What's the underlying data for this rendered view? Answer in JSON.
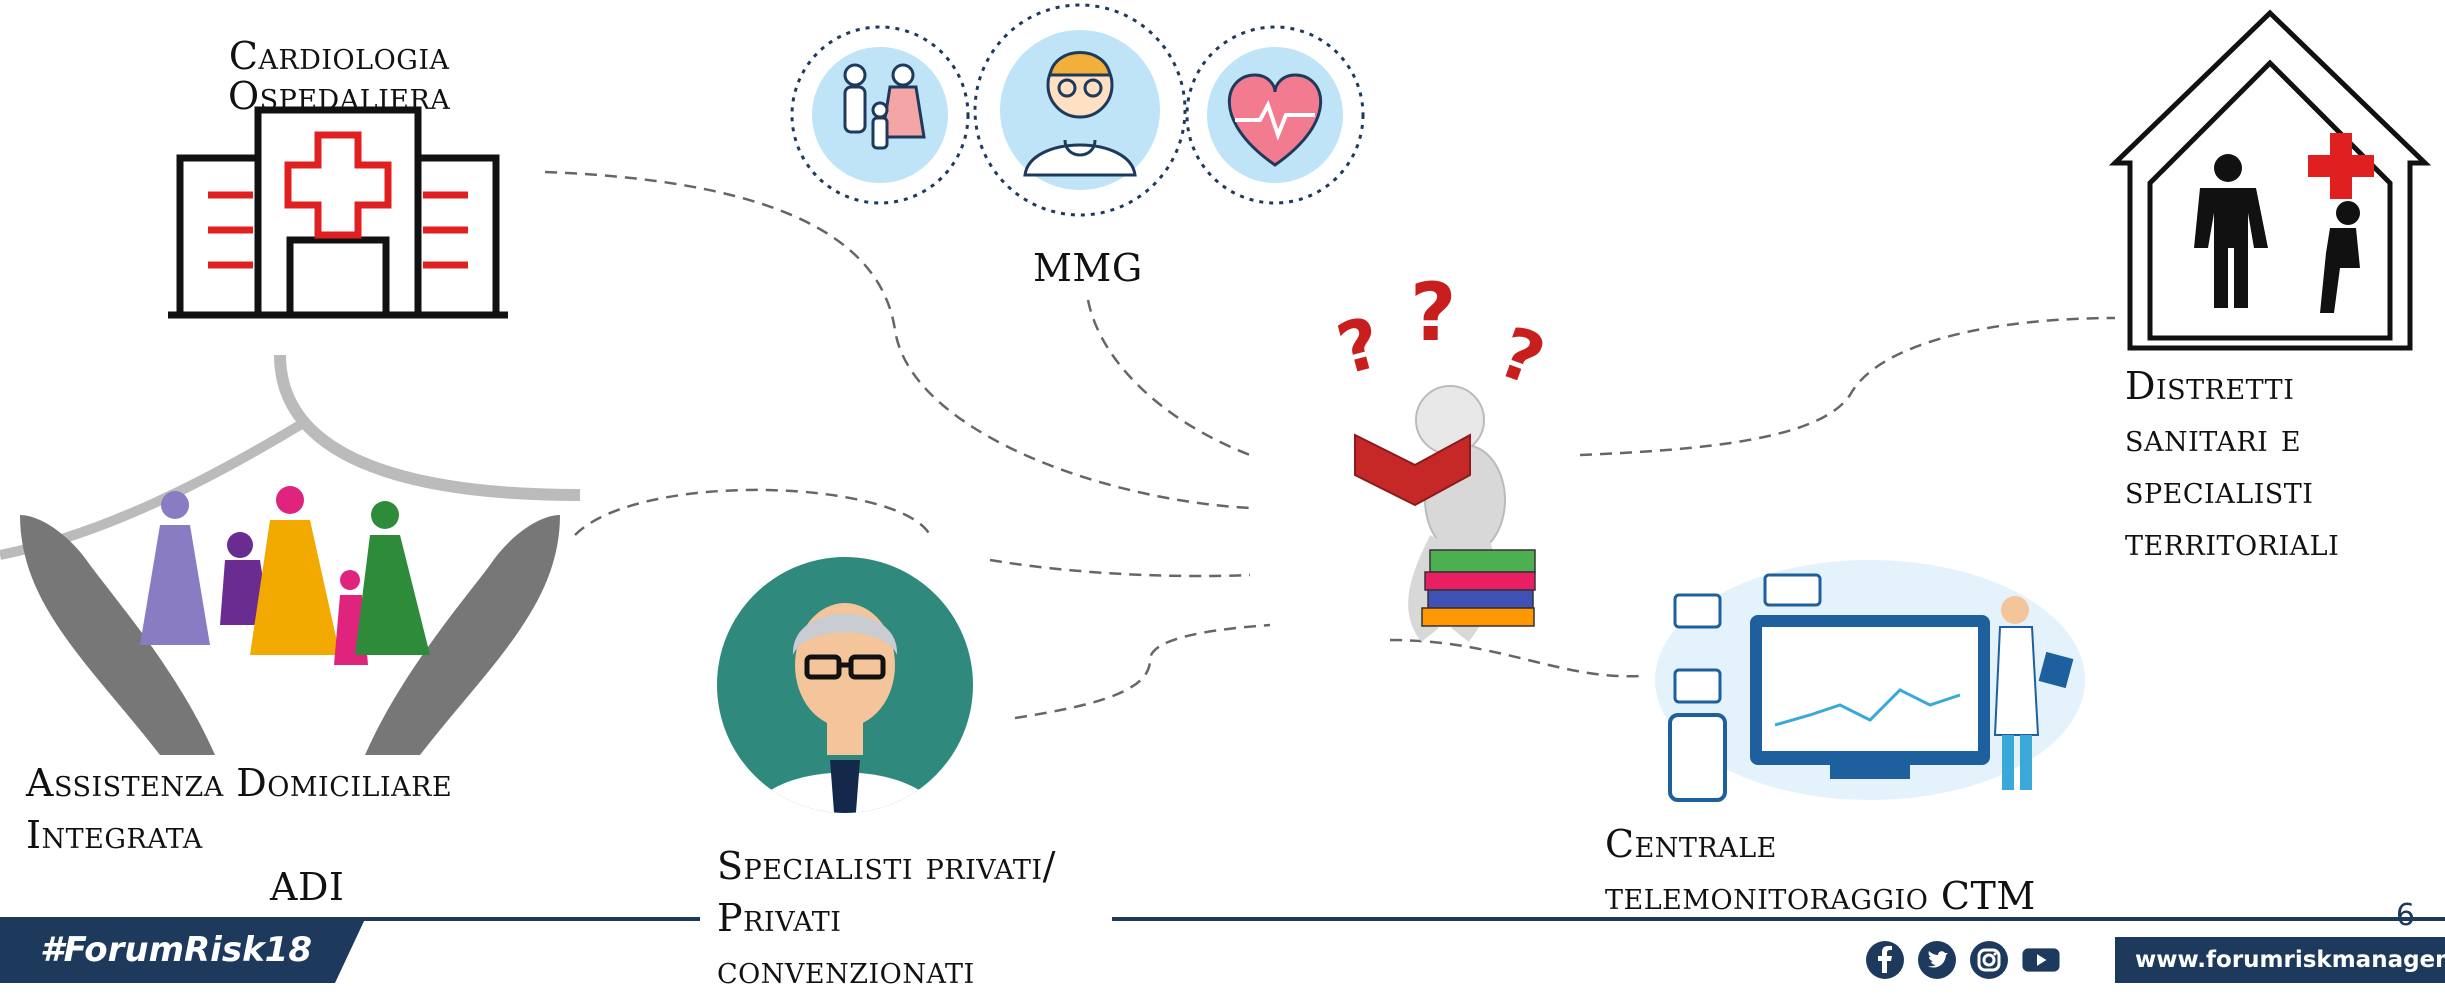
{
  "labels": {
    "cardiologia": [
      "Cardiologia",
      "Ospedaliera"
    ],
    "mmg": "MMG",
    "distretti": [
      "Distretti",
      "sanitari e",
      "specialisti",
      "territoriali"
    ],
    "adi": [
      "Assistenza Domiciliare",
      "Integrata",
      "ADI"
    ],
    "specialisti_privati": [
      "Specialisti privati/",
      "Privati",
      "convenzionati"
    ],
    "ctm": [
      "Centrale",
      "telemonitoraggio CTM"
    ]
  },
  "footer": {
    "hashtag": "#ForumRisk18",
    "website": "www.forumriskmanagement.it",
    "page_number": "6",
    "social_icons": [
      "facebook-icon",
      "twitter-icon",
      "instagram-icon",
      "youtube-icon"
    ]
  },
  "colors": {
    "footer_navy": "#1d3a5c",
    "cross_red": "#e02020",
    "dashed_line": "#666666",
    "light_blue": "#bfe3f7"
  },
  "central_figure": {
    "question_marks": [
      "?",
      "?",
      "?"
    ]
  }
}
